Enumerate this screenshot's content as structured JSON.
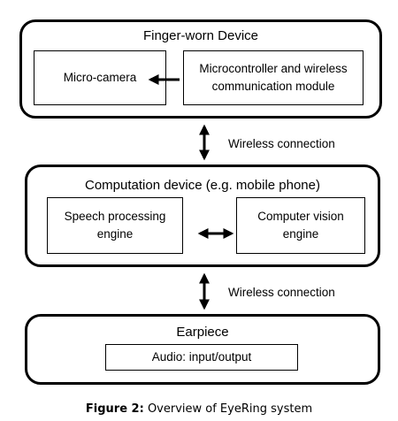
{
  "finger_device": {
    "title": "Finger-worn Device",
    "micro_camera": "Micro-camera",
    "microcontroller": "Microcontroller and wireless communication module"
  },
  "connection_top": "Wireless connection",
  "computation_device": {
    "title": "Computation device (e.g. mobile phone)",
    "speech_engine": "Speech processing engine",
    "vision_engine": "Computer vision engine"
  },
  "connection_bottom": "Wireless connection",
  "earpiece": {
    "title": "Earpiece",
    "audio": "Audio: input/output"
  },
  "caption": {
    "label": "Figure 2:",
    "text": "Overview of EyeRing system"
  }
}
